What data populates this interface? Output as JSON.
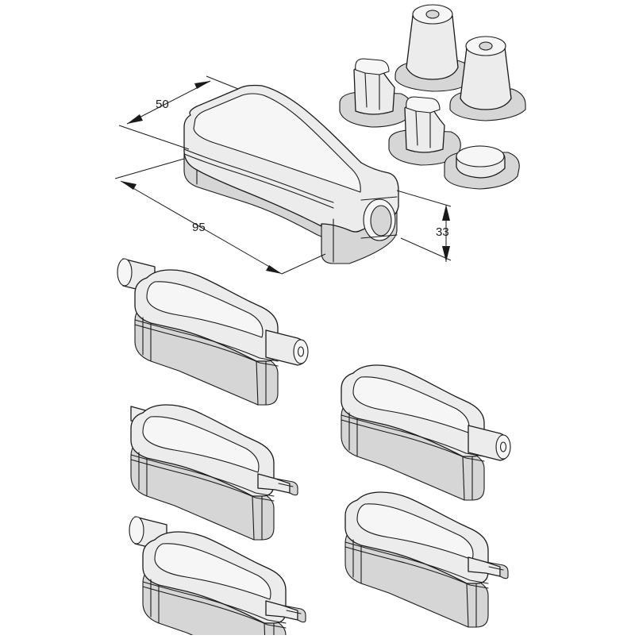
{
  "drawing": {
    "dimensions": {
      "depth": "50",
      "length": "95",
      "height": "33"
    }
  },
  "colors": {
    "line": "#1a1a1a",
    "fill": "#ececec",
    "shade": "#d6d6d6",
    "background": "#ffffff"
  }
}
